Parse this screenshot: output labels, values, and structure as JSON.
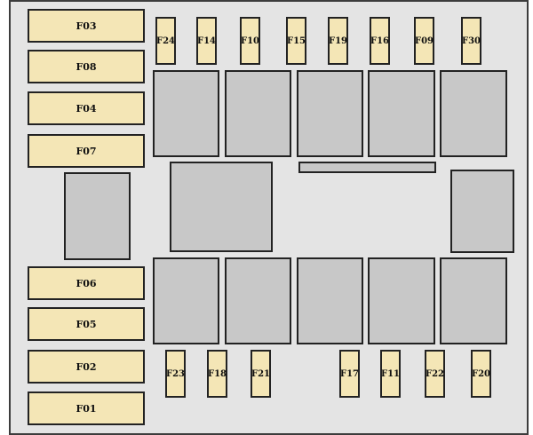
{
  "fuses_left": [
    "F03",
    "F08",
    "F04",
    "F07",
    "F06",
    "F05",
    "F02",
    "F01"
  ],
  "fuses_top": [
    "F24",
    "F14",
    "F10",
    "F15",
    "F19",
    "F16",
    "F09",
    "F30"
  ],
  "fuses_bottom": [
    "F23",
    "F18",
    "F21",
    "F17",
    "F11",
    "F22",
    "F20"
  ],
  "colors": {
    "fuse": "#f4e6b6",
    "relay": "#c8c8c8",
    "board": "#e4e4e4",
    "border": "#222222"
  }
}
